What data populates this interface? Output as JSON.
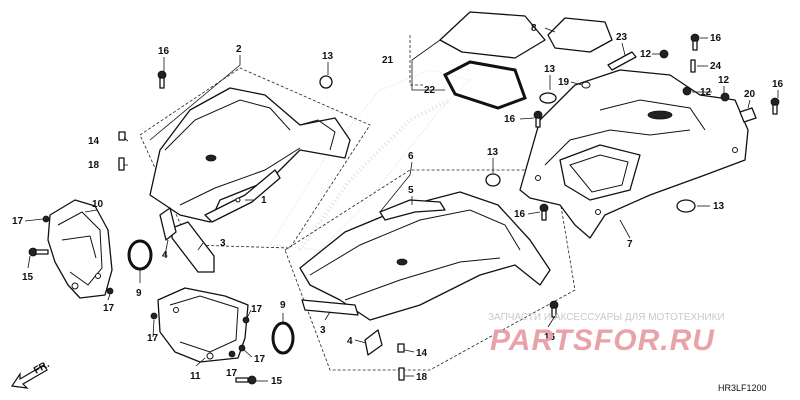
{
  "diagram": {
    "callouts": [
      {
        "id": "16a",
        "text": "16"
      },
      {
        "id": "2",
        "text": "2"
      },
      {
        "id": "13a",
        "text": "13"
      },
      {
        "id": "21",
        "text": "21"
      },
      {
        "id": "22",
        "text": "22"
      },
      {
        "id": "8",
        "text": "8"
      },
      {
        "id": "23",
        "text": "23"
      },
      {
        "id": "12a",
        "text": "12"
      },
      {
        "id": "16b",
        "text": "16"
      },
      {
        "id": "24",
        "text": "24"
      },
      {
        "id": "13b",
        "text": "13"
      },
      {
        "id": "19",
        "text": "19"
      },
      {
        "id": "12b",
        "text": "12"
      },
      {
        "id": "12c",
        "text": "12"
      },
      {
        "id": "16c",
        "text": "16"
      },
      {
        "id": "20",
        "text": "20"
      },
      {
        "id": "14a",
        "text": "14"
      },
      {
        "id": "18a",
        "text": "18"
      },
      {
        "id": "16d",
        "text": "16"
      },
      {
        "id": "6",
        "text": "6"
      },
      {
        "id": "13c",
        "text": "13"
      },
      {
        "id": "5",
        "text": "5"
      },
      {
        "id": "1",
        "text": "1"
      },
      {
        "id": "10",
        "text": "10"
      },
      {
        "id": "17a",
        "text": "17"
      },
      {
        "id": "16e",
        "text": "16"
      },
      {
        "id": "13d",
        "text": "13"
      },
      {
        "id": "7",
        "text": "7"
      },
      {
        "id": "15a",
        "text": "15"
      },
      {
        "id": "4a",
        "text": "4"
      },
      {
        "id": "3a",
        "text": "3"
      },
      {
        "id": "17b",
        "text": "17"
      },
      {
        "id": "9a",
        "text": "9"
      },
      {
        "id": "17c",
        "text": "17"
      },
      {
        "id": "9b",
        "text": "9"
      },
      {
        "id": "17d",
        "text": "17"
      },
      {
        "id": "3b",
        "text": "3"
      },
      {
        "id": "16f",
        "text": "16"
      },
      {
        "id": "17e",
        "text": "17"
      },
      {
        "id": "4b",
        "text": "4"
      },
      {
        "id": "14b",
        "text": "14"
      },
      {
        "id": "17f",
        "text": "17"
      },
      {
        "id": "11",
        "text": "11"
      },
      {
        "id": "15b",
        "text": "15"
      },
      {
        "id": "18b",
        "text": "18"
      }
    ],
    "direction_label": "FR.",
    "diagram_code": "HR3LF1200",
    "watermark": {
      "tagline": "ЗАПЧАСТИ И АКСЕССУАРЫ ДЛЯ МОТОТЕХНИКИ",
      "brand": "PARTSFOR.RU",
      "color": "#e8a2a8"
    }
  }
}
